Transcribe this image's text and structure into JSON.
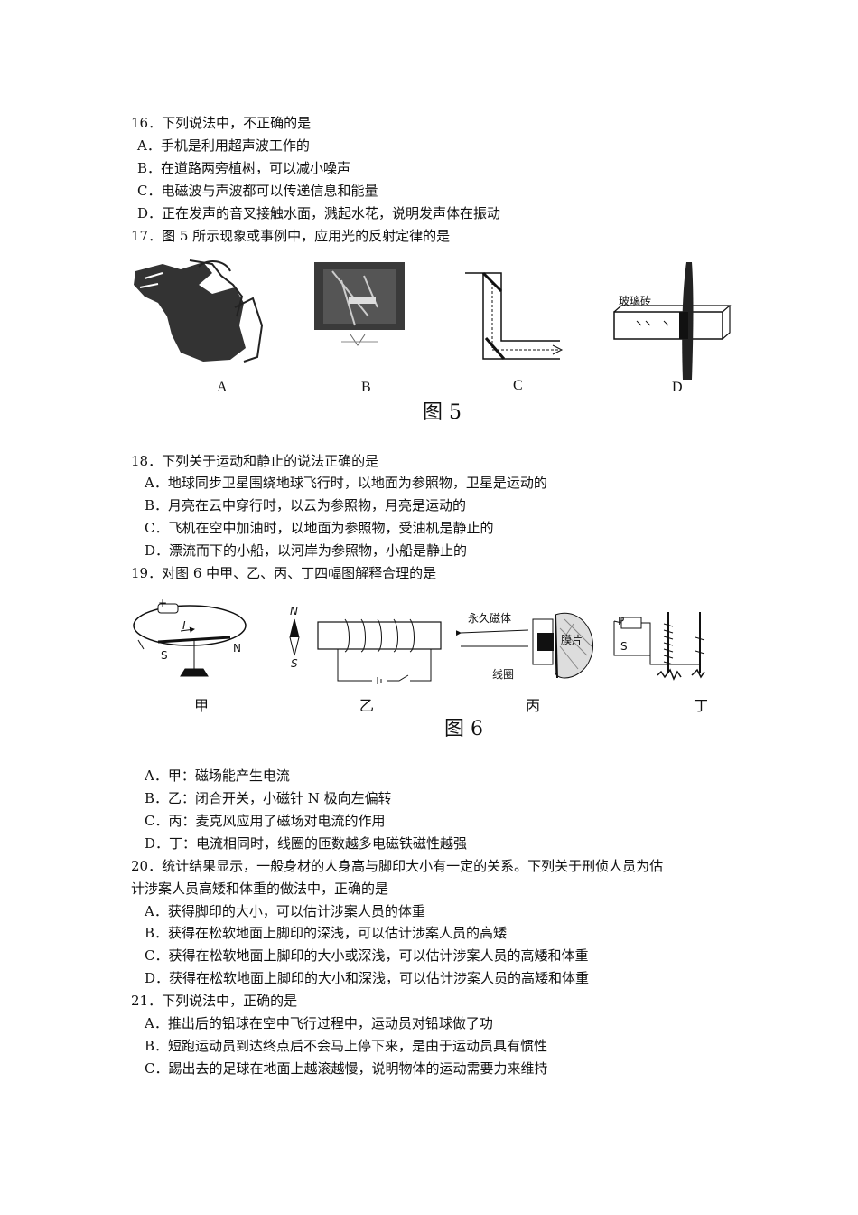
{
  "q16": {
    "stem": "16．下列说法中，不正确的是",
    "options": [
      "A．手机是利用超声波工作的",
      "B．在道路两旁植树，可以减小噪声",
      "C．电磁波与声波都可以传递信息和能量",
      "D．正在发声的音叉接触水面，溅起水花，说明发声体在振动"
    ]
  },
  "q17": {
    "stem": "17．图 5 所示现象或事例中，应用光的反射定律的是",
    "figure": {
      "labels": [
        "A",
        "B",
        "C",
        "D"
      ],
      "glass_label": "玻璃砖",
      "title": "图 5"
    }
  },
  "q18": {
    "stem": "18．下列关于运动和静止的说法正确的是",
    "options": [
      "A．地球同步卫星围绕地球飞行时，以地面为参照物，卫星是运动的",
      "B．月亮在云中穿行时，以云为参照物，月亮是运动的",
      "C．飞机在空中加油时，以地面为参照物，受油机是静止的",
      "D．漂流而下的小船，以河岸为参照物，小船是静止的"
    ]
  },
  "q19": {
    "stem": "19．对图 6 中甲、乙、丙、丁四幅图解释合理的是",
    "figure": {
      "labels": [
        "甲",
        "乙",
        "丙",
        "丁"
      ],
      "magnet_label": "永久磁体",
      "membrane_label": "膜片",
      "coil_label": "线圈",
      "n_label": "N",
      "s_label": "S",
      "i_label": "I",
      "p_label": "P",
      "title": "图 6"
    },
    "options": [
      "A．甲：磁场能产生电流",
      "B．乙：闭合开关，小磁针 N 极向左偏转",
      "C．丙：麦克风应用了磁场对电流的作用",
      "D．丁：电流相同时，线圈的匝数越多电磁铁磁性越强"
    ]
  },
  "q20": {
    "stem_line1": "20．统计结果显示，一般身材的人身高与脚印大小有一定的关系。下列关于刑侦人员为估",
    "stem_line2": "计涉案人员高矮和体重的做法中，正确的是",
    "options": [
      "A．获得脚印的大小，可以估计涉案人员的体重",
      "B．获得在松软地面上脚印的深浅，可以估计涉案人员的高矮",
      "C．获得在松软地面上脚印的大小或深浅，可以估计涉案人员的高矮和体重",
      "D．获得在松软地面上脚印的大小和深浅，可以估计涉案人员的高矮和体重"
    ]
  },
  "q21": {
    "stem": "21．下列说法中，正确的是",
    "options": [
      "A．推出后的铅球在空中飞行过程中，运动员对铅球做了功",
      "B．短跑运动员到达终点后不会马上停下来，是由于运动员具有惯性",
      "C．踢出去的足球在地面上越滚越慢，说明物体的运动需要力来维持"
    ]
  }
}
